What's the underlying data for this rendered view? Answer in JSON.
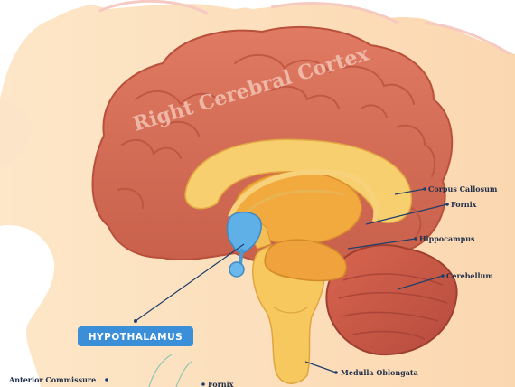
{
  "title": "Right Cerebral Cortex",
  "labels": {
    "corpus_callosum": "Corpus Callosum",
    "fornix": "Fornix",
    "hippocampus": "Hippocampus",
    "cerebellum": "Cerebellum",
    "medulla_oblongata": "Medulla Oblongata",
    "hypothalamus": "HYPOTHALAMUS",
    "anterior_commissure": "Anterior Commissure",
    "fornix_bottom": "Fornix"
  },
  "colors": {
    "cortex": "#d9705a",
    "cortex_dark": "#c45a44",
    "head": "#fde3c0",
    "head_outline": "#f7cfc4",
    "inner_yellow": "#f7c35f",
    "inner_orange": "#f0a33f",
    "hypothalamus": "#5aa8e0",
    "cerebellum": "#c9584a",
    "brainstem": "#f5c85a",
    "hypo_badge": "#3b8fd8"
  }
}
